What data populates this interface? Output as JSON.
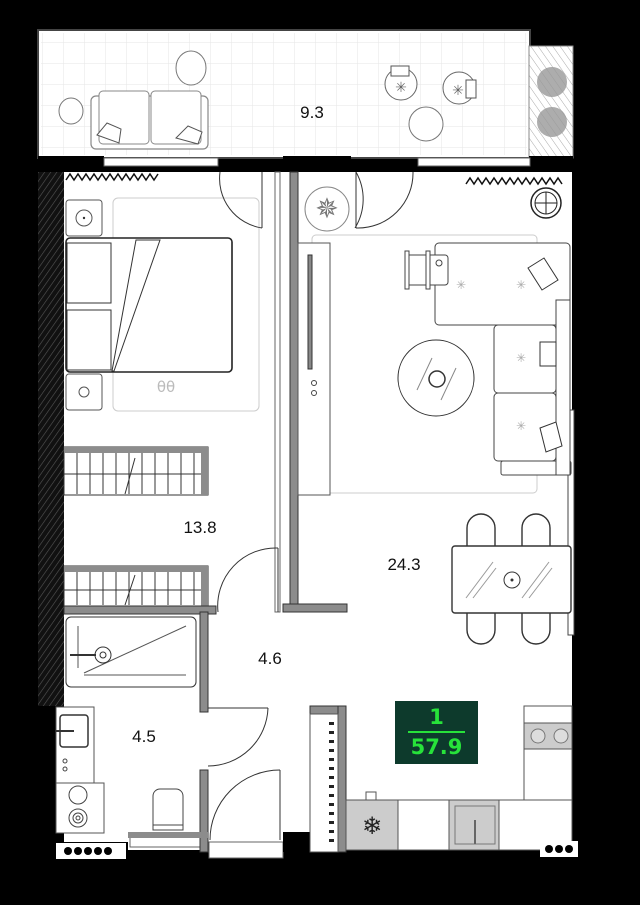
{
  "plan": {
    "type": "apartment floor plan",
    "background": "#000000",
    "wall_color": "#000000",
    "partition_color": "#8c8c8c",
    "floor_color": "#ffffff",
    "rooms": [
      {
        "id": "balcony",
        "label": "9.3"
      },
      {
        "id": "bedroom",
        "label": "13.8"
      },
      {
        "id": "living-kitchen",
        "label": "24.3"
      },
      {
        "id": "hallway",
        "label": "4.6"
      },
      {
        "id": "bathroom",
        "label": "4.5"
      }
    ]
  },
  "badge": {
    "rooms_count": "1",
    "total_area": "57.9",
    "bg_color": "#0d3a2c",
    "text_color": "#27e23a"
  }
}
